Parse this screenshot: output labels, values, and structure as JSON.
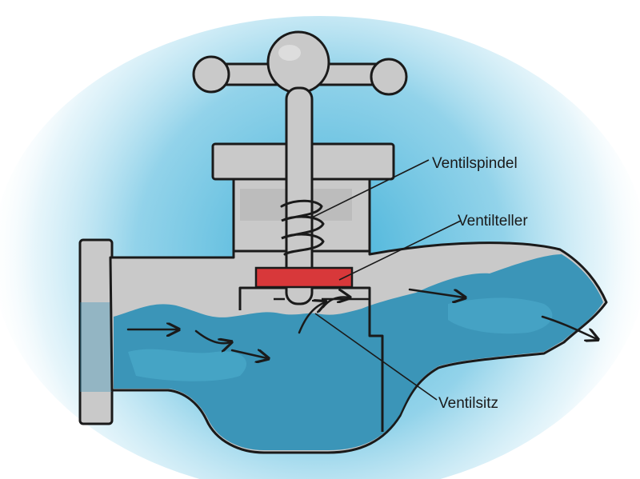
{
  "labels": {
    "spindle": "Ventilspindel",
    "disc": "Ventilteller",
    "seat": "Ventilsitz"
  },
  "colors": {
    "background_glow": "#3fb0d8",
    "metal": "#c9c9c9",
    "metal_shade": "#a9a9a9",
    "water": "#2f90b6",
    "water_light": "#4fb0d0",
    "disc": "#d8383a",
    "outline": "#1a1a1a"
  },
  "icons": {
    "flow": "arrow-right-icon",
    "handle": "t-handle-icon"
  }
}
